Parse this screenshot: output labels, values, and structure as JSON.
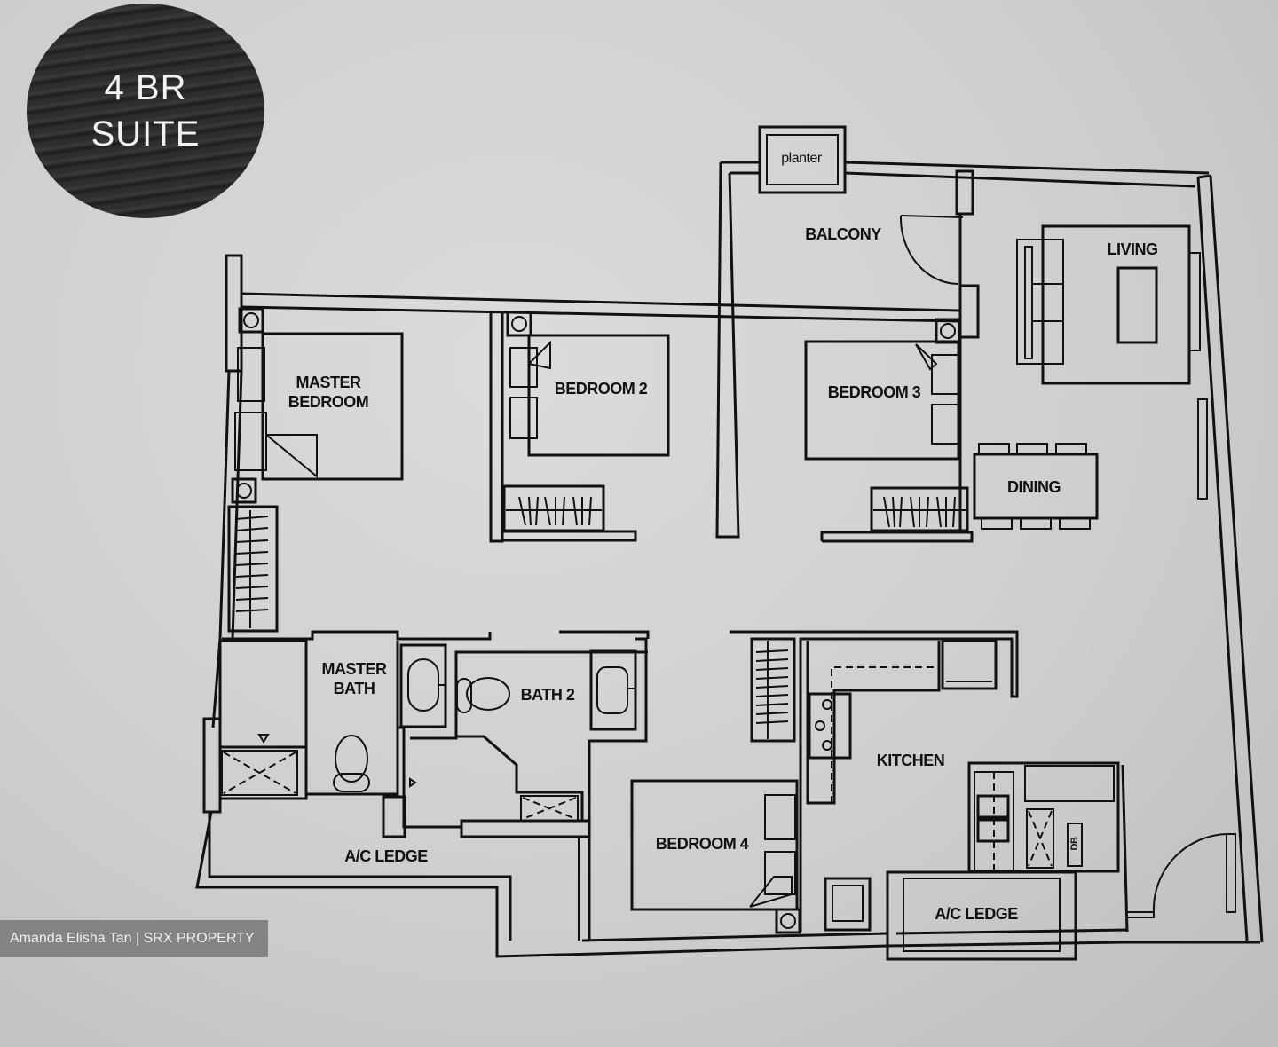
{
  "badge": {
    "line1": "4 BR",
    "line2": "SUITE"
  },
  "rooms": {
    "planter": "planter",
    "balcony": "BALCONY",
    "living": "LIVING",
    "master_bedroom_1": "MASTER",
    "master_bedroom_2": "BEDROOM",
    "bedroom2": "BEDROOM 2",
    "bedroom3": "BEDROOM 3",
    "dining": "DINING",
    "master_bath_1": "MASTER",
    "master_bath_2": "BATH",
    "bath2": "BATH 2",
    "kitchen": "KITCHEN",
    "bedroom4": "BEDROOM 4",
    "ac_ledge_left": "A/C LEDGE",
    "ac_ledge_right": "A/C LEDGE",
    "db": "DB"
  },
  "watermark": "Amanda Elisha Tan | SRX PROPERTY",
  "colors": {
    "line": "#111111",
    "paper": "#d4d4d4",
    "badge": "#2b2b2b",
    "watermark_bg": "#787878"
  }
}
